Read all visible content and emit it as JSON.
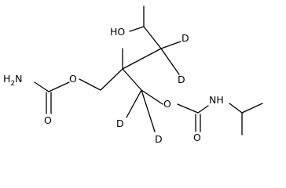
{
  "molecule": {
    "labels": {
      "hydroxyl": "HO",
      "amine_left_H": "H",
      "amine_left_N": "N",
      "amine_left_sub": "2",
      "ether_oxygen_left": "O",
      "carbonyl_oxygen_left": "O",
      "ether_oxygen_right": "O",
      "carbonyl_oxygen_right": "O",
      "amide_nh": "NH",
      "deuterium_1": "D",
      "deuterium_2": "D",
      "deuterium_3": "D",
      "deuterium_4": "D"
    }
  }
}
